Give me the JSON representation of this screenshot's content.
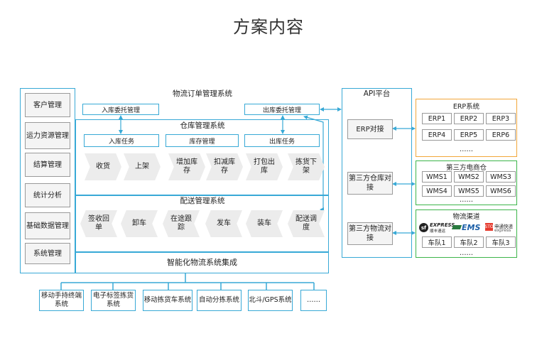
{
  "title": "方案内容",
  "left_menu": [
    "客户管理",
    "运力资源管理",
    "结算管理",
    "统计分析",
    "基础数据管理",
    "系统管理"
  ],
  "oms": {
    "title": "物流订单管理系统",
    "inbound": "入库委托管理",
    "outbound": "出库委托管理"
  },
  "wms": {
    "title": "仓库管理系统",
    "tasks": [
      "入库任务",
      "库存管理",
      "出库任务"
    ],
    "steps": [
      "收货",
      "上架",
      "增加库存",
      "扣减库存",
      "打包出库",
      "拣货下架"
    ]
  },
  "tms": {
    "title": "配送管理系统",
    "steps": [
      "签收回单",
      "卸车",
      "在途跟踪",
      "发车",
      "装车",
      "配送调度"
    ]
  },
  "integration": "智能化物流系统集成",
  "devices": [
    "移动手持终端系统",
    "电子标签拣货系统",
    "移动拣货车系统",
    "自动分拣系统",
    "北斗/GPS系统",
    "……"
  ],
  "api": {
    "title": "API平台",
    "items": [
      "ERP对接",
      "第三方仓库对接",
      "第三方物流对接"
    ]
  },
  "erp": {
    "title": "ERP系统",
    "cells": [
      "ERP1",
      "ERP2",
      "ERP3",
      "ERP4",
      "ERP5",
      "ERP6"
    ],
    "more": "……"
  },
  "wms_ext": {
    "title": "第三方电商仓",
    "cells": [
      "WMS1",
      "WMS2",
      "WMS3",
      "WMS4",
      "WMS5",
      "WMS6"
    ],
    "more": "……"
  },
  "logistics": {
    "title": "物流渠道",
    "logos": [
      {
        "icon": "sf-express-logo",
        "text": "EXPRESS",
        "sub": "顺丰速运"
      },
      {
        "icon": "ems-logo",
        "text": "EMS"
      },
      {
        "icon": "sto-express-logo",
        "text": "申通快递",
        "sub": "express"
      }
    ],
    "cells": [
      "车队1",
      "车队2",
      "车队3"
    ],
    "more": "……"
  },
  "colors": {
    "blue": "#38a9d6",
    "orange": "#f2a73a",
    "green": "#3db54a",
    "gray": "#ececec"
  }
}
